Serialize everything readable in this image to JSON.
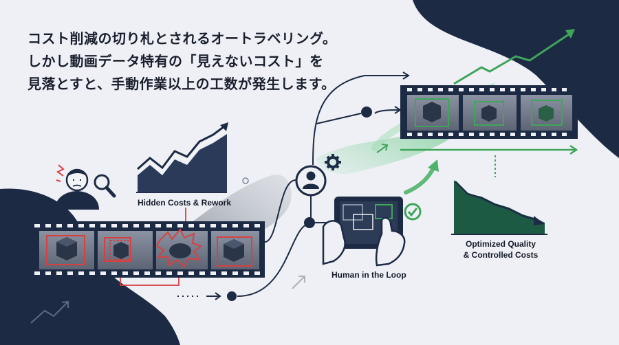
{
  "headline": {
    "line1": "コスト削減の切り札とされるオートラベリング。",
    "line2": "しかし動画データ特有の「見えないコスト」を",
    "line3": "見落とすと、手動作業以上の工数が発生します。"
  },
  "labels": {
    "hidden_costs": "Hidden Costs & Rework",
    "human_loop": "Human in the Loop",
    "optimized_1": "Optimized Quality",
    "optimized_2": "& Controlled Costs"
  },
  "colors": {
    "navy": "#1c2a44",
    "red": "#d8403f",
    "green": "#3fa55a",
    "mint": "#8fd6a3",
    "gray_blob": "#9aa0aa"
  },
  "icons": [
    "person-stressed-icon",
    "magnifier-icon",
    "stress-mark-icon",
    "rising-chart-icon",
    "gear-icon",
    "person-circle-icon",
    "tablet-hands-icon",
    "check-circle-icon",
    "declining-chart-icon",
    "growth-arrow-icon"
  ]
}
